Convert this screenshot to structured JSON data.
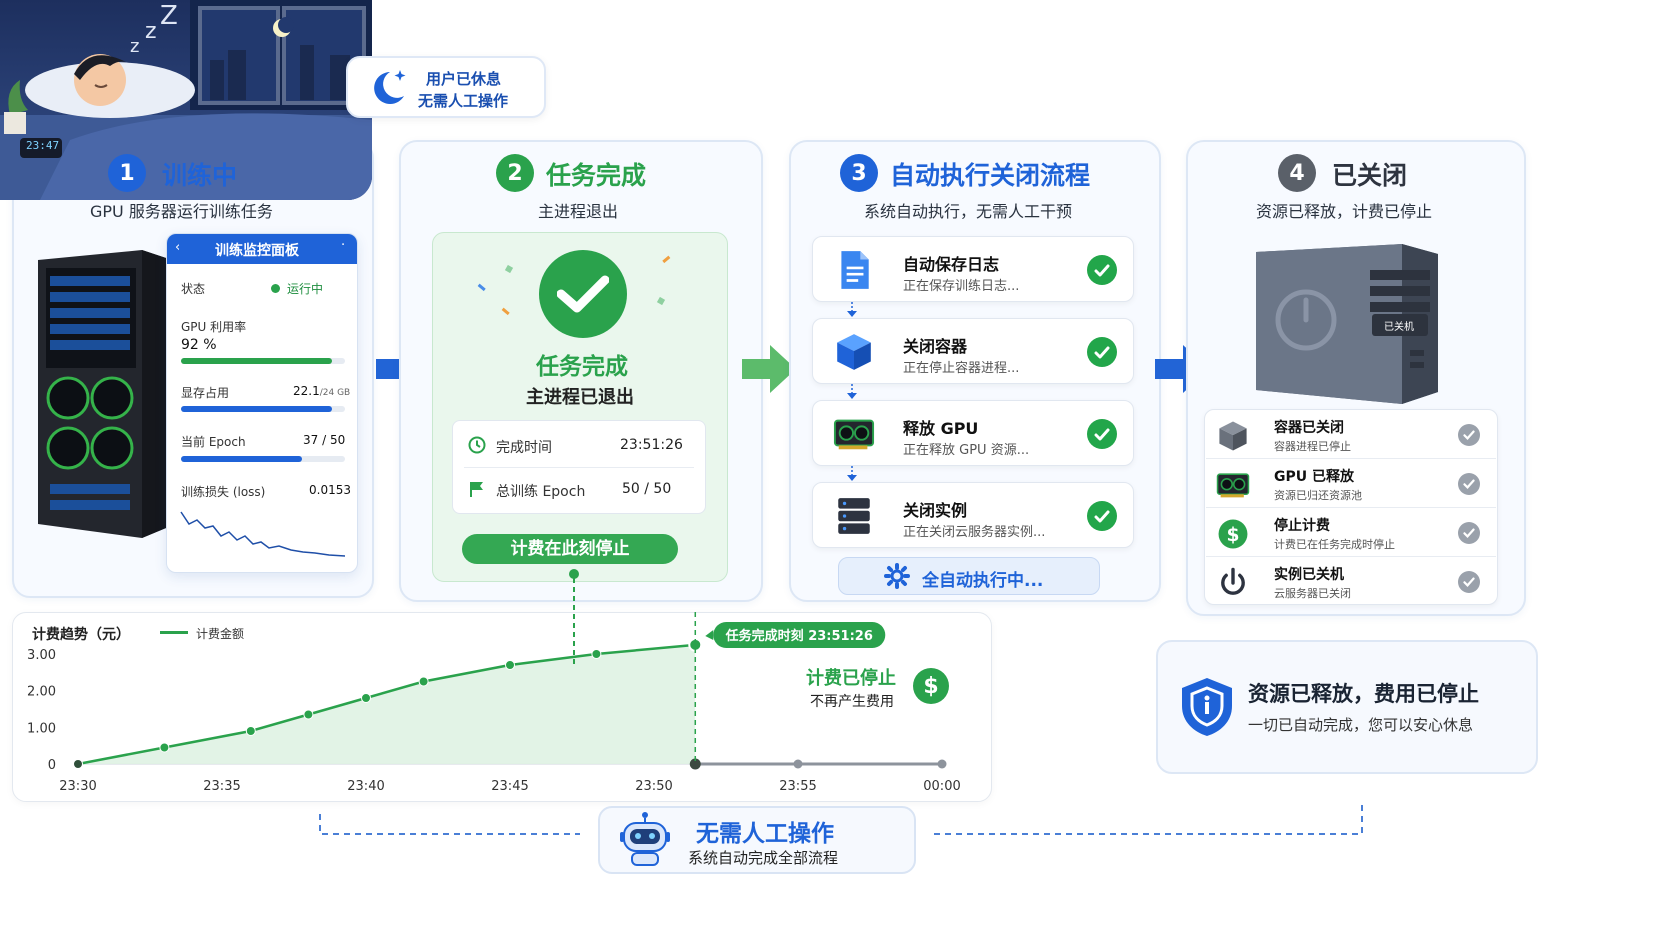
{
  "colors": {
    "blue": "#1f63d8",
    "green": "#2aa24c",
    "gray": "#6b7079",
    "light_green": "#e9f7ec"
  },
  "scene": {
    "clock": "23:47"
  },
  "moon_badge": {
    "line1": "用户已休息",
    "line2": "无需人工操作"
  },
  "step1": {
    "num": "1",
    "title": "训练中",
    "sub": "GPU 服务器运行训练任务",
    "panel": {
      "title": "训练监控面板",
      "status_label": "状态",
      "status_value": "运行中",
      "gpu_label": "GPU 利用率",
      "gpu_value": "92 %",
      "gpu_level": 0.92,
      "mem_label": "显存占用",
      "mem_value": "22.1",
      "mem_total": "/24 GB",
      "mem_level": 0.92,
      "epoch_label": "当前 Epoch",
      "epoch_value": "37 / 50",
      "epoch_level": 0.74,
      "loss_label": "训练损失 (loss)",
      "loss_value": "0.0153"
    }
  },
  "step2": {
    "num": "2",
    "title": "任务完成",
    "sub": "主进程退出",
    "big": "任务完成",
    "big_sub": "主进程已退出",
    "time_label": "完成时间",
    "time_value": "23:51:26",
    "epoch_label": "总训练 Epoch",
    "epoch_value": "50 / 50",
    "banner": "计费在此刻停止"
  },
  "step3": {
    "num": "3",
    "title": "自动执行关闭流程",
    "sub": "系统自动执行，无需人工干预",
    "items": [
      {
        "title": "自动保存日志",
        "desc": "正在保存训练日志...",
        "icon": "document-icon"
      },
      {
        "title": "关闭容器",
        "desc": "正在停止容器进程...",
        "icon": "cube-icon"
      },
      {
        "title": "释放 GPU",
        "desc": "正在释放 GPU 资源...",
        "icon": "gpu-icon"
      },
      {
        "title": "关闭实例",
        "desc": "正在关闭云服务器实例...",
        "icon": "server-icon"
      }
    ],
    "auto_btn": "全自动执行中..."
  },
  "step4": {
    "num": "4",
    "title": "已关闭",
    "sub": "资源已释放，计费已停止",
    "server_label": "已关机",
    "items": [
      {
        "title": "容器已关闭",
        "desc": "容器进程已停止",
        "icon": "cube-icon"
      },
      {
        "title": "GPU 已释放",
        "desc": "资源已归还资源池",
        "icon": "gpu-icon"
      },
      {
        "title": "停止计费",
        "desc": "计费已在任务完成时停止",
        "icon": "dollar-icon"
      },
      {
        "title": "实例已关机",
        "desc": "云服务器已关闭",
        "icon": "power-icon"
      }
    ]
  },
  "chart": {
    "title": "计费趋势（元）",
    "legend": "计费金额",
    "marker_label": "任务完成时刻  23:51:26",
    "stopped_title": "计费已停止",
    "stopped_sub": "不再产生费用"
  },
  "chart_data": {
    "type": "line",
    "title": "计费趋势（元）",
    "x_ticks": [
      "23:30",
      "23:35",
      "23:40",
      "23:45",
      "23:50",
      "23:55",
      "00:00"
    ],
    "y_ticks": [
      "3.00",
      "2.00",
      "1.00",
      "0"
    ],
    "ylim": [
      0,
      3
    ],
    "series": [
      {
        "name": "计费金额",
        "x": [
          "23:30",
          "23:33",
          "23:36",
          "23:38",
          "23:40",
          "23:42",
          "23:45",
          "23:48",
          "23:51:26"
        ],
        "values": [
          0,
          0.45,
          0.9,
          1.35,
          1.8,
          2.25,
          2.7,
          3.0,
          3.25
        ]
      }
    ],
    "flat": {
      "x": [
        "23:51:26",
        "23:55",
        "00:00"
      ],
      "values": [
        0,
        0,
        0
      ]
    },
    "grid": false,
    "legend": "top-left"
  },
  "summary": {
    "title": "资源已释放，费用已停止",
    "sub": "一切已自动完成，您可以安心休息"
  },
  "footer": {
    "title": "无需人工操作",
    "sub": "系统自动完成全部流程"
  }
}
